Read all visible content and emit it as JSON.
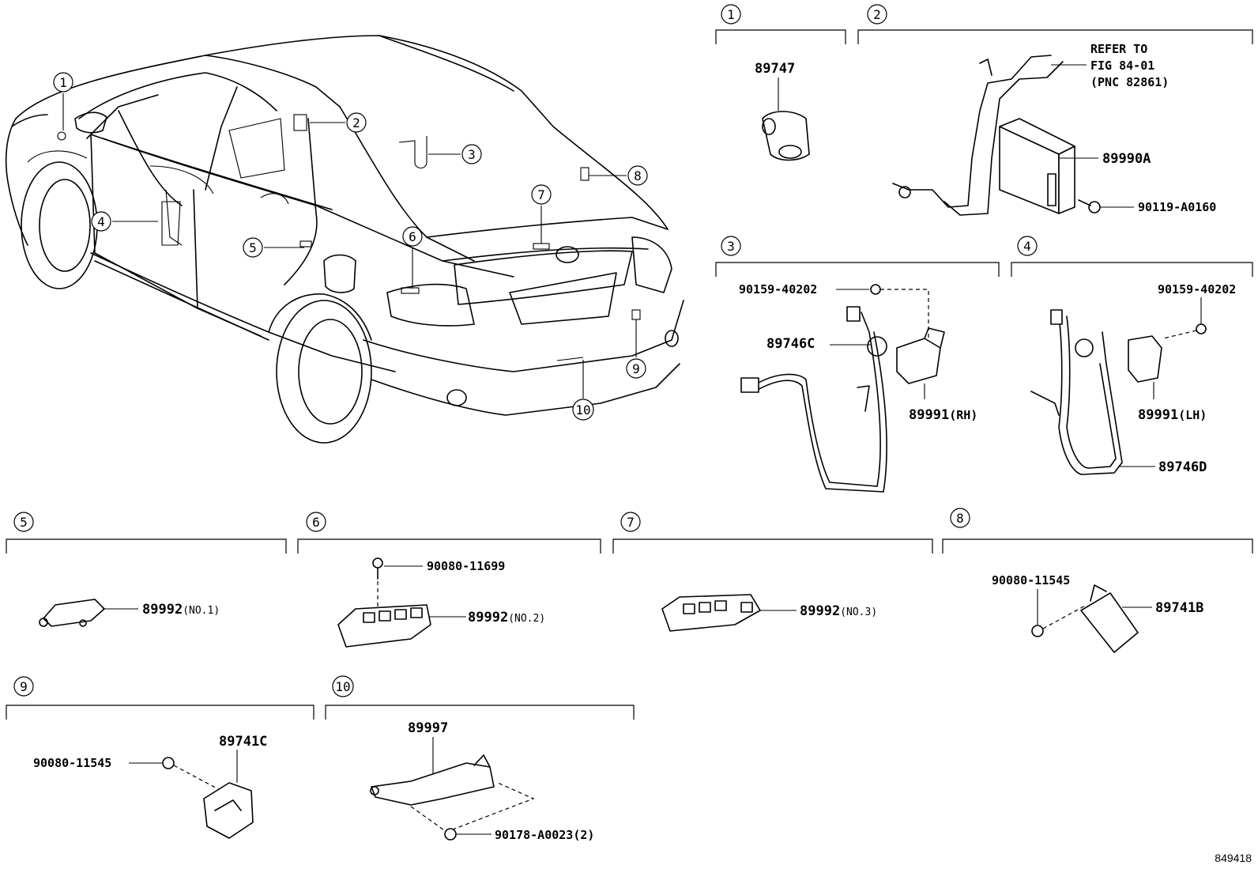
{
  "figure_id": "849418",
  "sections": [
    {
      "num": "1",
      "parts": [
        "89747"
      ]
    },
    {
      "num": "2",
      "parts": [
        "89990A",
        "90119-A0160"
      ],
      "refer": [
        "REFER TO",
        "FIG 84-01",
        "(PNC 82861)"
      ]
    },
    {
      "num": "3",
      "parts": [
        "90159-40202",
        "89746C",
        "89991",
        "(RH)"
      ]
    },
    {
      "num": "4",
      "parts": [
        "90159-40202",
        "89991",
        "(LH)",
        "89746D"
      ]
    },
    {
      "num": "5",
      "parts": [
        "89992",
        "(NO.1)"
      ]
    },
    {
      "num": "6",
      "parts": [
        "90080-11699",
        "89992",
        "(NO.2)"
      ]
    },
    {
      "num": "7",
      "parts": [
        "89992",
        "(NO.3)"
      ]
    },
    {
      "num": "8",
      "parts": [
        "90080-11545",
        "89741B"
      ]
    },
    {
      "num": "9",
      "parts": [
        "90080-11545",
        "89741C"
      ]
    },
    {
      "num": "10",
      "parts": [
        "89997",
        "90178-A0023",
        "(2)"
      ]
    }
  ],
  "car_callouts": [
    "1",
    "2",
    "3",
    "4",
    "5",
    "6",
    "7",
    "8",
    "9",
    "10"
  ]
}
